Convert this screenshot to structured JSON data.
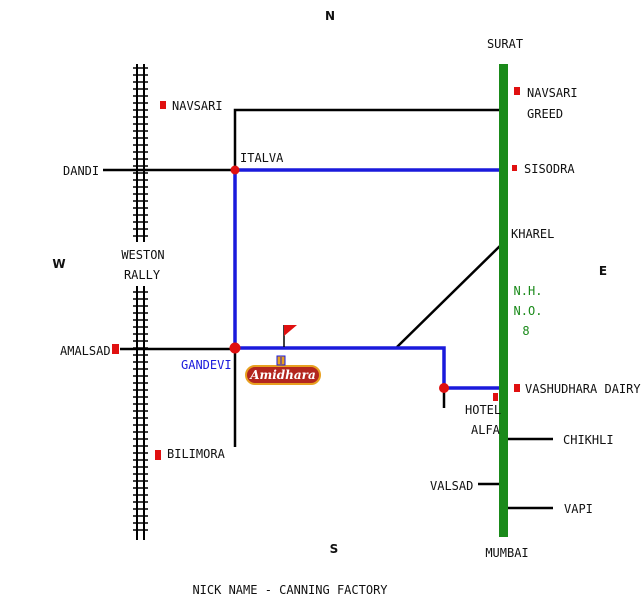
{
  "colors": {
    "highway": "#1a8a1a",
    "route": "#1a1adc",
    "road": "#000000",
    "marker": "#e01010",
    "compass": "#1a8a1a",
    "logo_bg": "#b3261e",
    "logo_border": "#e8a020"
  },
  "compass": {
    "north": "N",
    "south": "S",
    "east": "E",
    "west": "W"
  },
  "places": {
    "surat": "SURAT",
    "mumbai": "MUMBAI",
    "navsari_left": "NAVSARI",
    "navsari_greed_1": "NAVSARI",
    "navsari_greed_2": "GREED",
    "italva": "ITALVA",
    "dandi": "DANDI",
    "sisodra": "SISODRA",
    "kharel": "KHAREL",
    "weston_1": "WESTON",
    "weston_2": "RALLY",
    "amalsad": "AMALSAD",
    "gandevi": "GANDEVI",
    "vashudhara": "VASHUDHARA DAIRY",
    "hotel_1": "HOTEL",
    "hotel_2": "ALFA",
    "chikhli": "CHIKHLI",
    "valsad": "VALSAD",
    "vapi": "VAPI",
    "bilimora": "BILIMORA"
  },
  "highway_label": {
    "line1": "N.H.",
    "line2": "N.O.",
    "line3": "8"
  },
  "logo": {
    "text": "Amidhara",
    "icon": "factory-flag-icon"
  },
  "footer": "NICK NAME - CANNING FACTORY"
}
